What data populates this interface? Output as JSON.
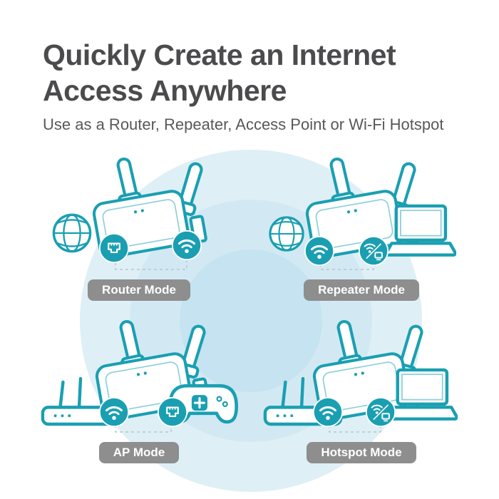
{
  "header": {
    "title_line1": "Quickly Create an Internet",
    "title_line2": "Access Anywhere",
    "subtitle": "Use as a Router, Repeater, Access Point or Wi-Fi Hotspot"
  },
  "modes": [
    {
      "label": "Router Mode",
      "devices": [
        "travel-router"
      ],
      "icons": [
        "internet-globe-icon",
        "ethernet-port-icon",
        "wifi-icon"
      ]
    },
    {
      "label": "Repeater Mode",
      "devices": [
        "travel-router",
        "laptop"
      ],
      "icons": [
        "internet-globe-icon",
        "wifi-icon",
        "wifi-to-device-icon"
      ]
    },
    {
      "label": "AP Mode",
      "devices": [
        "wired-router",
        "travel-router",
        "game-controller"
      ],
      "icons": [
        "wifi-icon",
        "ethernet-port-icon"
      ]
    },
    {
      "label": "Hotspot Mode",
      "devices": [
        "wired-router",
        "travel-router",
        "laptop"
      ],
      "icons": [
        "wifi-icon",
        "wifi-to-device-icon"
      ]
    }
  ],
  "colors": {
    "accent_teal": "#1A9FB2",
    "label_pill_gray": "#8E8E8E",
    "title_gray": "#4B4B4D",
    "subtitle_gray": "#58585A",
    "bg_circle_outer": "#DFEFF6",
    "bg_circle_mid": "#D2E9F3",
    "bg_circle_inner": "#C5E3F0"
  }
}
